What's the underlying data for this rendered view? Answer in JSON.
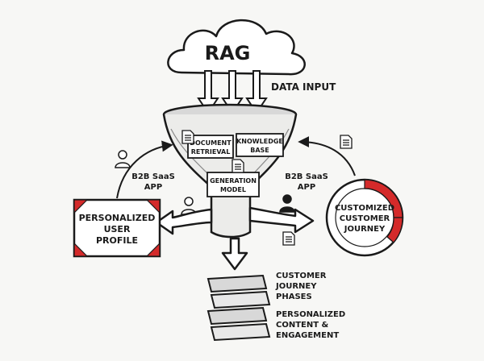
{
  "title": "RAG",
  "data_input_label": "DATA INPUT",
  "funnel_boxes": {
    "document_retrieval": [
      "DOCUMENT",
      "RETRIEVAL"
    ],
    "knowledge_base": [
      "KNOWLEDGE",
      "BASE"
    ],
    "generation_model": [
      "GENERATION",
      "MODEL"
    ]
  },
  "left_app_label": [
    "B2B SaaS",
    "APP"
  ],
  "right_app_label": [
    "B2B SaaS",
    "APP"
  ],
  "profile_box": [
    "PERSONALIZED",
    "USER",
    "PROFILE"
  ],
  "journey_circle": [
    "CUSTOMIZED",
    "CUSTOMER",
    "JOURNEY"
  ],
  "bottom_labels": {
    "phases": [
      "CUSTOMER",
      "JOURNEY",
      "PHASES"
    ],
    "content": [
      "PERSONALIZED",
      "CONTENT &",
      "ENGAGEMENT"
    ]
  },
  "colors": {
    "ink": "#1a1a1a",
    "accent": "#d42a2a",
    "paper": "#f7f7f5"
  }
}
